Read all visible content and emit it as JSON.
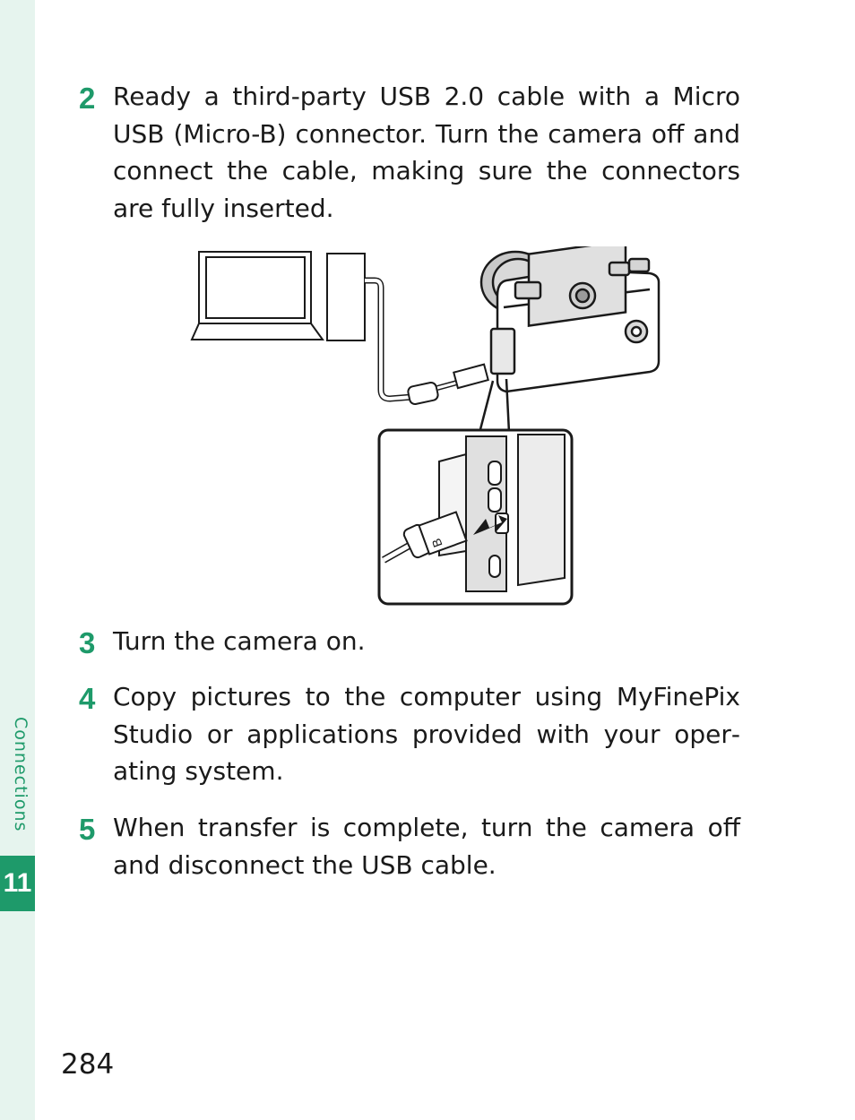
{
  "sidebar": {
    "section_label": "Connections",
    "chapter_number": "11",
    "accent_color": "#1e9a6a",
    "strip_color": "#e6f4ee"
  },
  "steps": [
    {
      "number": "2",
      "text": "Ready a third-party USB 2.0 cable with a Micro USB (Micro-B) connector. Turn the camera off and connect the cable, making sure the connectors are fully inserted."
    },
    {
      "number": "3",
      "text": "Turn the camera on."
    },
    {
      "number": "4",
      "text": "Copy pictures to the computer using MyFinePix Studio or applications provided with your oper­ating system."
    },
    {
      "number": "5",
      "text": "When transfer is complete, turn the camera off and disconnect the USB cable."
    }
  ],
  "illustration": {
    "icons": [
      "laptop-icon",
      "usb-cable-icon",
      "camera-icon",
      "usb-connector-detail-icon",
      "insert-arrow-icon"
    ],
    "connector_letter": "B"
  },
  "footer": {
    "page_number": "284"
  }
}
